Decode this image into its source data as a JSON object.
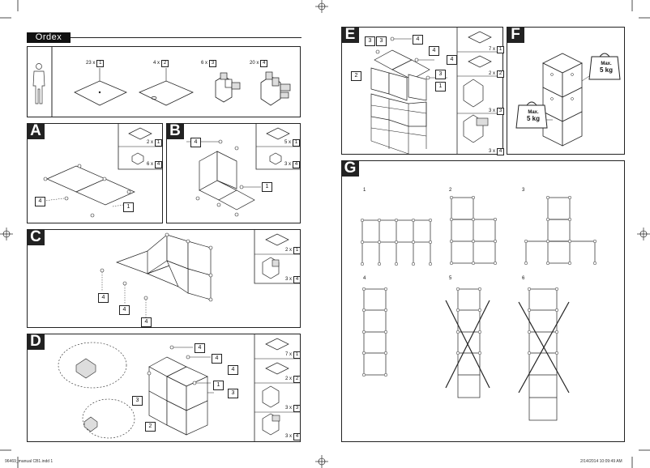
{
  "brand": "Ordex",
  "parts": [
    {
      "qty": "23 x",
      "num": "1"
    },
    {
      "qty": "4 x",
      "num": "2"
    },
    {
      "qty": "6 x",
      "num": "3"
    },
    {
      "qty": "20 x",
      "num": "4"
    }
  ],
  "steps": {
    "A": {
      "letter": "A",
      "parts": [
        {
          "qty": "2 x",
          "num": "1"
        },
        {
          "qty": "6 x",
          "num": "4"
        }
      ],
      "callouts": [
        "4",
        "1"
      ]
    },
    "B": {
      "letter": "B",
      "parts": [
        {
          "qty": "5 x",
          "num": "1"
        },
        {
          "qty": "3 x",
          "num": "4"
        }
      ],
      "callouts": [
        "4",
        "1"
      ]
    },
    "C": {
      "letter": "C",
      "parts": [
        {
          "qty": "2 x",
          "num": "1"
        },
        {
          "qty": "3 x",
          "num": "4"
        }
      ],
      "callouts": [
        "4",
        "4",
        "4"
      ]
    },
    "D": {
      "letter": "D",
      "parts": [
        {
          "qty": "7 x",
          "num": "1"
        },
        {
          "qty": "2 x",
          "num": "2"
        },
        {
          "qty": "3 x",
          "num": "3"
        },
        {
          "qty": "3 x",
          "num": "4"
        }
      ],
      "callouts": [
        "4",
        "4",
        "4",
        "1",
        "3",
        "3",
        "2"
      ]
    },
    "E": {
      "letter": "E",
      "parts": [
        {
          "qty": "7 x",
          "num": "1"
        },
        {
          "qty": "2 x",
          "num": "2"
        },
        {
          "qty": "3 x",
          "num": "3"
        },
        {
          "qty": "3 x",
          "num": "4"
        }
      ],
      "callouts": [
        "3",
        "3",
        "4",
        "4",
        "4",
        "2",
        "3",
        "1"
      ]
    },
    "F": {
      "letter": "F",
      "weight1": "Max.\n5 kg",
      "weight1_a": "Max.",
      "weight1_b": "5 kg",
      "weight2_a": "Max.",
      "weight2_b": "5 kg"
    },
    "G": {
      "letter": "G",
      "configs": [
        "1",
        "2",
        "3",
        "4",
        "5",
        "6"
      ]
    }
  },
  "footer": {
    "file": "96469_manual CB1.indd   1",
    "timestamp": "2/14/2014   10:09:49 AM"
  }
}
